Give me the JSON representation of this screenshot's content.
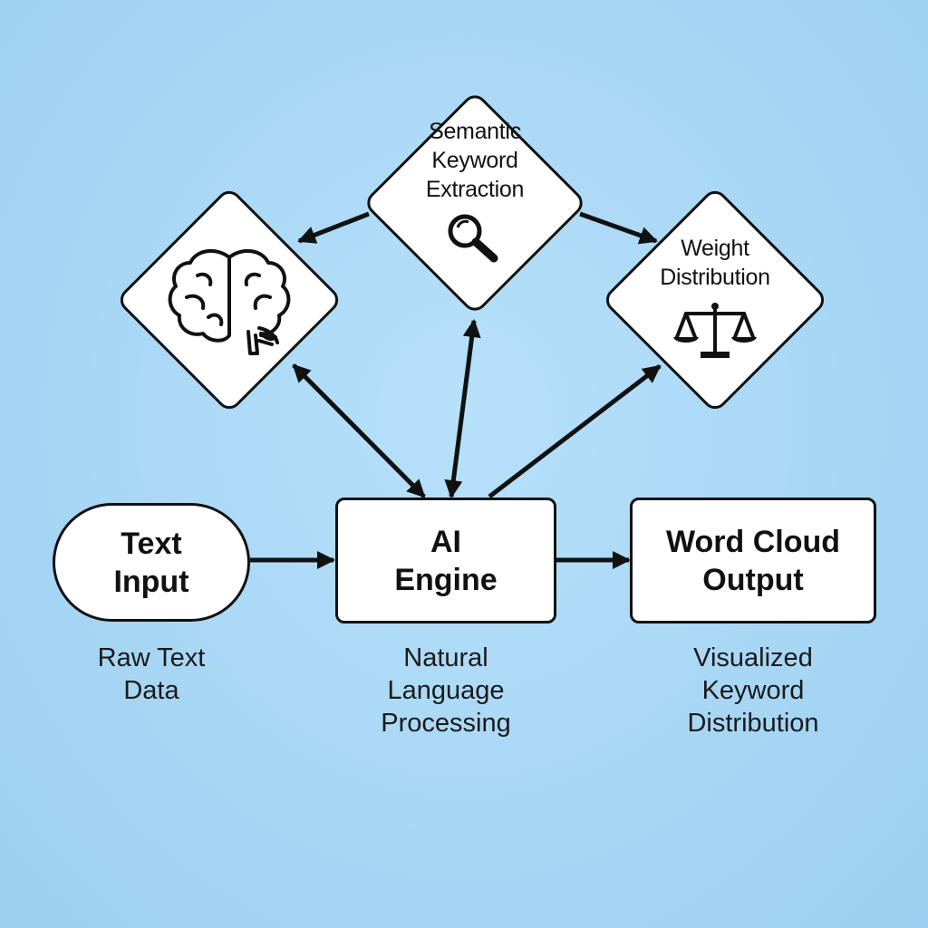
{
  "diamonds": {
    "nlp_brain": {
      "icon": "brain-icon"
    },
    "semantic_extraction": {
      "label": "Semantic\nKeyword\nExtraction",
      "icon": "magnifier-icon"
    },
    "weight_distribution": {
      "label": "Weight\nDistribution",
      "icon": "balance-scale-icon"
    }
  },
  "boxes": {
    "text_input": {
      "title": "Text\nInput"
    },
    "ai_engine": {
      "title": "AI\nEngine"
    },
    "word_cloud_output": {
      "title": "Word Cloud\nOutput"
    }
  },
  "captions": {
    "text_input": "Raw Text\nData",
    "ai_engine": "Natural\nLanguage\nProcessing",
    "word_cloud_output": "Visualized\nKeyword\nDistribution"
  },
  "colors": {
    "background": "#a9d8f5",
    "node_fill": "#ffffff",
    "stroke": "#111111"
  }
}
